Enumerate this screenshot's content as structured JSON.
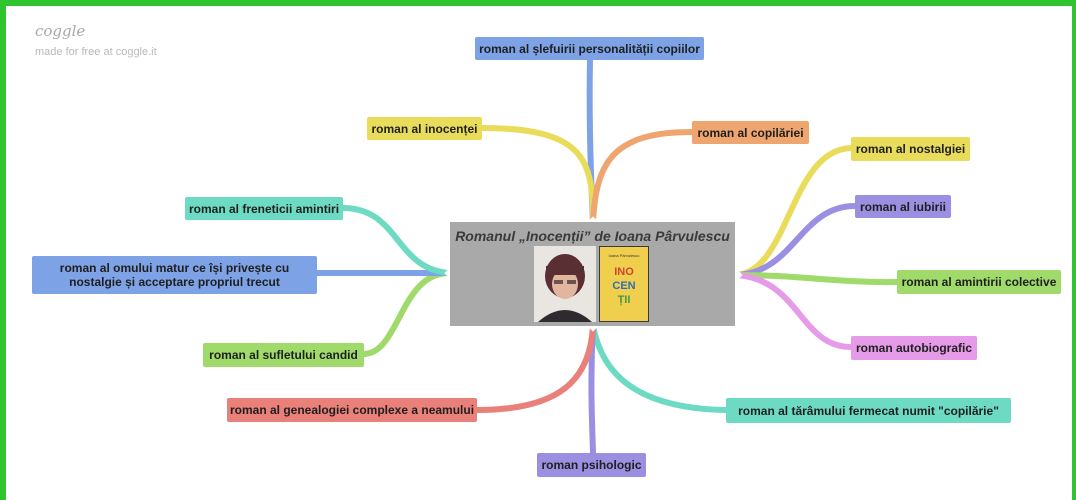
{
  "brand": {
    "logo": "coggle",
    "tagline": "made for free at coggle.it"
  },
  "center": {
    "title": "Romanul „Inocenții” de Ioana Pârvulescu",
    "book_cover_text": "INOCENȚII",
    "book_author_text": "Ioana Pârvulescu"
  },
  "branches": [
    {
      "id": "slefuire",
      "label": "roman al șlefuirii personalității copiilor",
      "color": "#7da2e6"
    },
    {
      "id": "inocenta",
      "label": "roman al inocenței",
      "color": "#eadc5b"
    },
    {
      "id": "copilarie",
      "label": "roman al copilăriei",
      "color": "#efa56f"
    },
    {
      "id": "nostalgie",
      "label": "roman al nostalgiei",
      "color": "#eadc5b"
    },
    {
      "id": "iubire",
      "label": "roman al iubirii",
      "color": "#9b8fe2"
    },
    {
      "id": "amintiri-colective",
      "label": "roman al amintirii colective",
      "color": "#9fda6a"
    },
    {
      "id": "autobiografic",
      "label": "roman autobiografic",
      "color": "#e59be8"
    },
    {
      "id": "taram",
      "label": "roman al tărâmului fermecat numit \"copilărie\"",
      "color": "#6ddbc4"
    },
    {
      "id": "psihologic",
      "label": "roman psihologic",
      "color": "#9b8fe2"
    },
    {
      "id": "genealogie",
      "label": "roman al genealogiei complexe a neamului",
      "color": "#e9807a"
    },
    {
      "id": "suflet",
      "label": "roman al sufletului candid",
      "color": "#9fda6a"
    },
    {
      "id": "om-matur",
      "label": "roman al omului matur ce își privește cu nostalgie și acceptare propriul trecut",
      "color": "#7da2e6"
    },
    {
      "id": "frenetic",
      "label": "roman al freneticii amintiri",
      "color": "#6ddbc4"
    }
  ],
  "frame_color": "#2fc52f",
  "center_color": "#a9a9a9"
}
